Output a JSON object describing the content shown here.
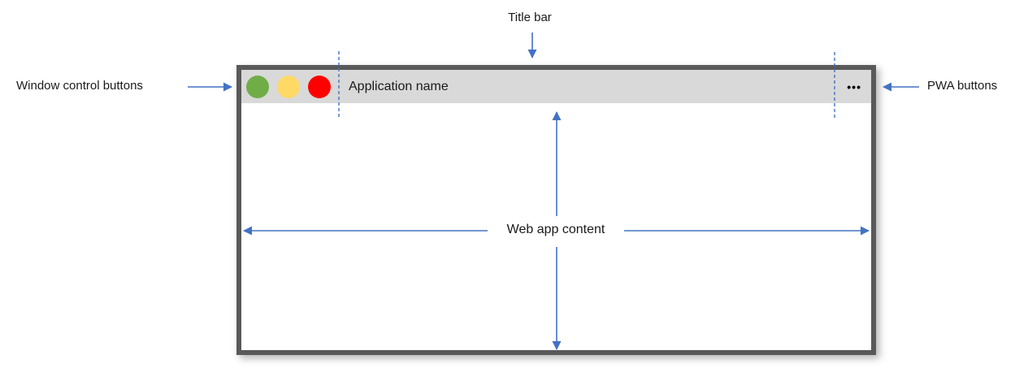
{
  "diagram": {
    "labels": {
      "title_bar": "Title bar",
      "window_controls": "Window control buttons",
      "pwa_buttons": "PWA buttons",
      "web_app_content": "Web app content"
    },
    "window": {
      "app_name": "Application name",
      "pwa_menu_glyph": "•••"
    },
    "window_control_buttons": [
      "green",
      "yellow",
      "red"
    ],
    "colors": {
      "arrow": "#4472C4",
      "border": "#595959",
      "titlebar_bg": "#D9D9D9",
      "btn_green": "#70AD47",
      "btn_yellow": "#FFD966",
      "btn_red": "#FF0000"
    }
  }
}
